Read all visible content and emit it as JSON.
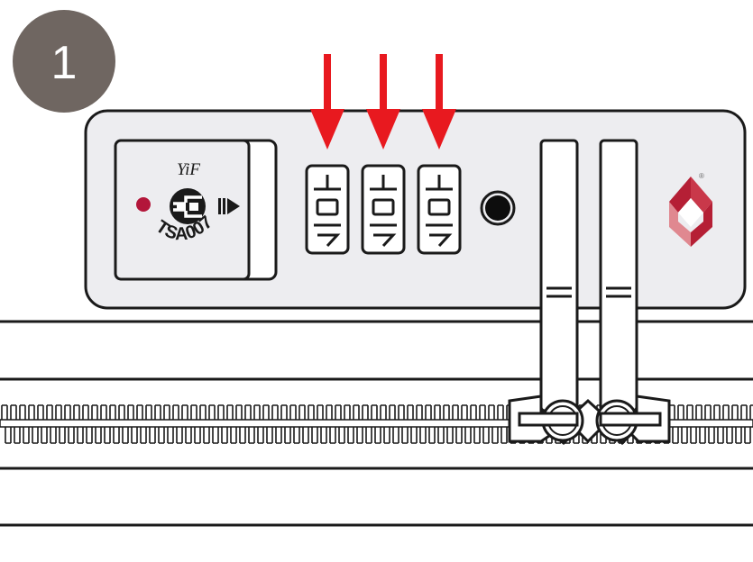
{
  "step": {
    "number": "1"
  },
  "lock": {
    "brand": "YiF",
    "model": "TSA007",
    "dial_count": 3,
    "reg_mark": "®"
  },
  "colors": {
    "step_badge": "#6f6661",
    "arrow": "#e8191f",
    "lock_face": "#ededf0",
    "outline": "#1a1a1a",
    "indicator_dot": "#b3163a",
    "logo_dark": "#b51f35",
    "logo_light": "#e08890"
  },
  "icons": {
    "tsa_mark": "tsa-diamond-icon",
    "reset_button": "reset-button-icon",
    "logo": "cube-logo-icon"
  }
}
